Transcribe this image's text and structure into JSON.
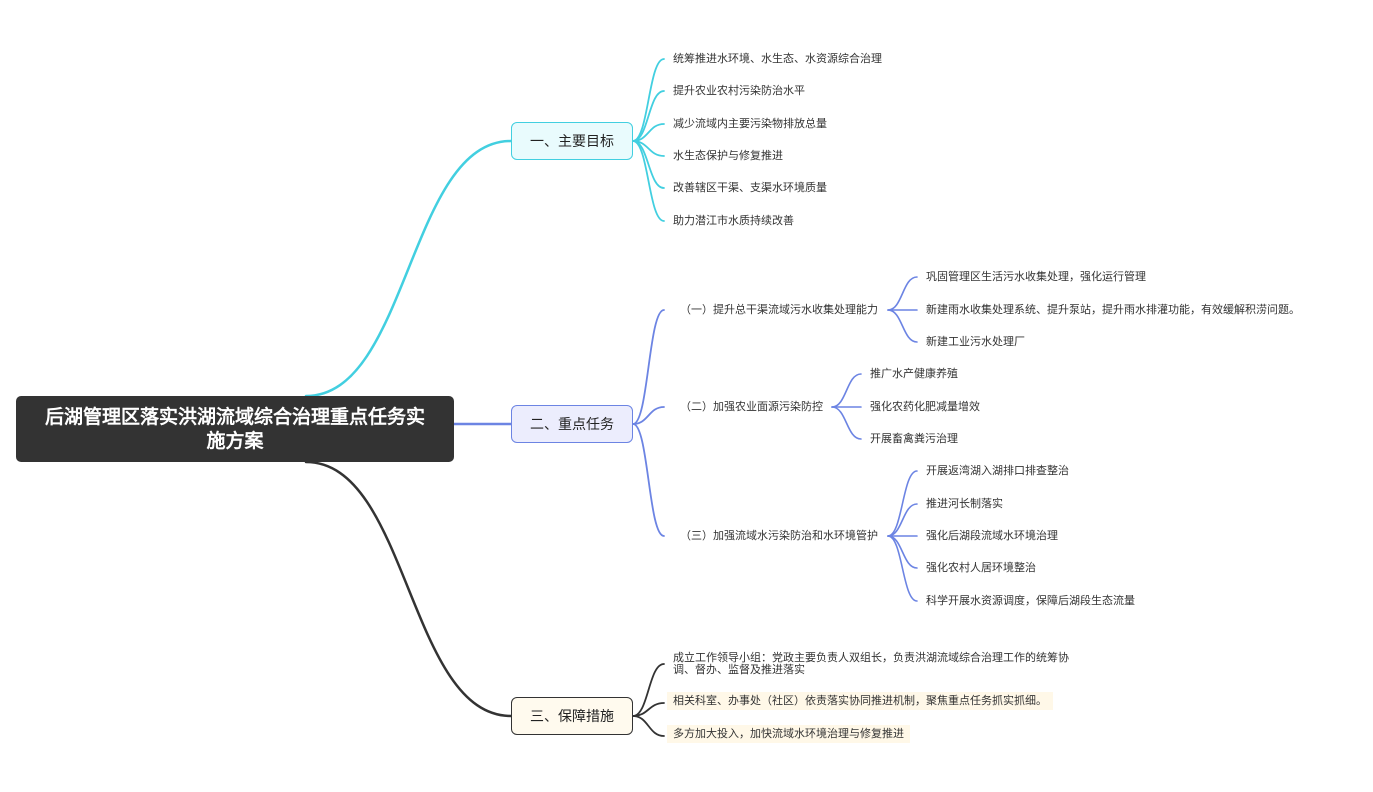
{
  "root": {
    "title": "后湖管理区落实洪湖流域综合治理重点任务实施方案"
  },
  "colors": {
    "root_bg": "#333333",
    "branch1": "#42cfe0",
    "branch2": "#6c84e3",
    "branch3": "#333333"
  },
  "branches": [
    {
      "label": "一、主要目标",
      "items": [
        "统筹推进水环境、水生态、水资源综合治理",
        "提升农业农村污染防治水平",
        "减少流域内主要污染物排放总量",
        "水生态保护与修复推进",
        "改善辖区干渠、支渠水环境质量",
        "助力潜江市水质持续改善"
      ]
    },
    {
      "label": "二、重点任务",
      "groups": [
        {
          "label": "（一）提升总干渠流域污水收集处理能力",
          "items": [
            "巩固管理区生活污水收集处理，强化运行管理",
            "新建雨水收集处理系统、提升泵站，提升雨水排灌功能，有效缓解积涝问题。",
            "新建工业污水处理厂"
          ]
        },
        {
          "label": "（二）加强农业面源污染防控",
          "items": [
            "推广水产健康养殖",
            "强化农药化肥减量增效",
            "开展畜禽粪污治理"
          ]
        },
        {
          "label": "（三）加强流域水污染防治和水环境管护",
          "items": [
            "开展返湾湖入湖排口排查整治",
            "推进河长制落实",
            "强化后湖段流域水环境治理",
            "强化农村人居环境整治",
            "科学开展水资源调度，保障后湖段生态流量"
          ]
        }
      ]
    },
    {
      "label": "三、保障措施",
      "items": [
        "成立工作领导小组：党政主要负责人双组长，负责洪湖流域综合治理工作的统筹协调、督办、监督及推进落实",
        "相关科室、办事处（社区）依责落实协同推进机制，聚焦重点任务抓实抓细。",
        "多方加大投入，加快流域水环境治理与修复推进"
      ]
    }
  ]
}
